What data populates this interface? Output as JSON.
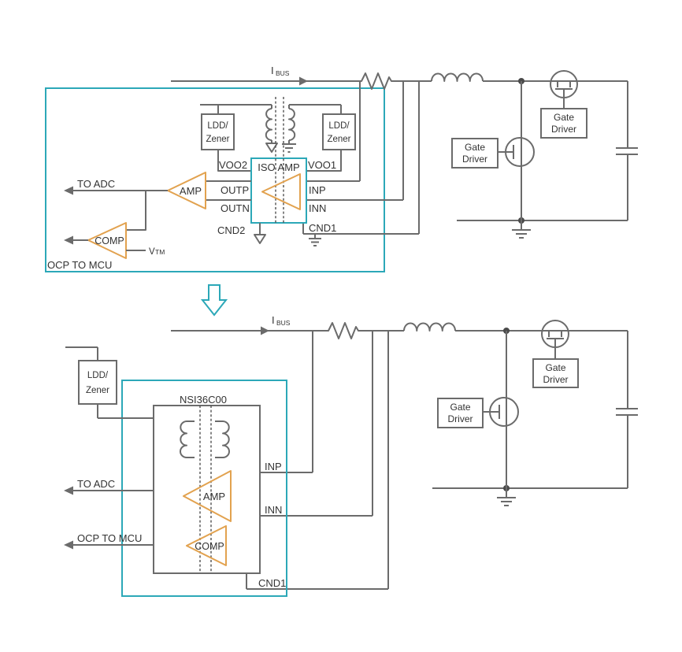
{
  "colors": {
    "wire": "#6B6B6B",
    "teal_accent": "#2CA8B8",
    "orange_accent": "#E2A24F",
    "text": "#333333",
    "background": "#FFFFFF"
  },
  "shared": {
    "gate_driver": {
      "line1": "Gate",
      "line2": "Driver"
    },
    "ldo_zener": {
      "line1": "LDD/",
      "line2": "Zener"
    },
    "bus_current": {
      "main": "I",
      "sub": "BUS"
    }
  },
  "top_circuit": {
    "iso_amp": "ISO AMP",
    "amp": "AMP",
    "comp": "COMP",
    "to_adc": "TO ADC",
    "ocp_to_mcu": "OCP TO MCU",
    "vtm": {
      "main": "V",
      "sub": "TM"
    },
    "pins": {
      "voo2": "VOO2",
      "voo1": "VOO1",
      "outp": "OUTP",
      "outn": "OUTN",
      "inp": "INP",
      "inn": "INN",
      "cnd2": "CND2",
      "cnd1": "CND1"
    }
  },
  "bottom_circuit": {
    "chip": "NSI36C00",
    "amp": "AMP",
    "comp": "COMP",
    "to_adc": "TO ADC",
    "ocp_to_mcu": "OCP TO MCU",
    "pins": {
      "inp": "INP",
      "inn": "INN",
      "cnd1": "CND1"
    }
  }
}
